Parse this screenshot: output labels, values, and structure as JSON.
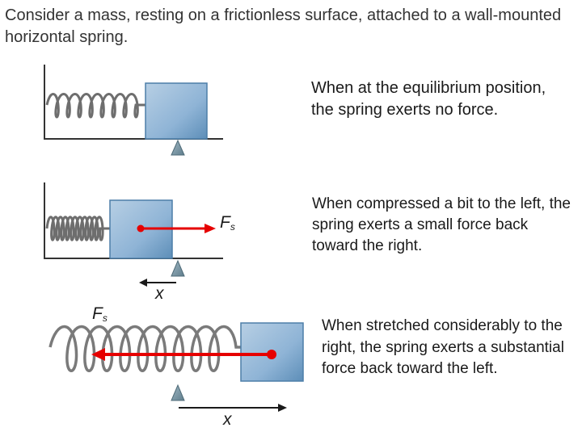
{
  "title": "Consider a mass, resting on a frictionless surface,  attached to a wall-mounted horizontal spring.",
  "captions": {
    "equilibrium": "When at the equilibrium position, the spring exerts no force.",
    "compressed": "When compressed a bit to the left, the spring exerts a small force back toward the right.",
    "stretched": "When stretched considerably to the right, the spring exerts a substantial force back toward the left."
  },
  "labels": {
    "force_symbol": "F",
    "force_subscript": "s",
    "displacement_symbol": "x"
  },
  "colors": {
    "block": "#8fb4d6",
    "arrow": "#e60000",
    "marker": "#7f9aa8",
    "surface": "#333333"
  }
}
